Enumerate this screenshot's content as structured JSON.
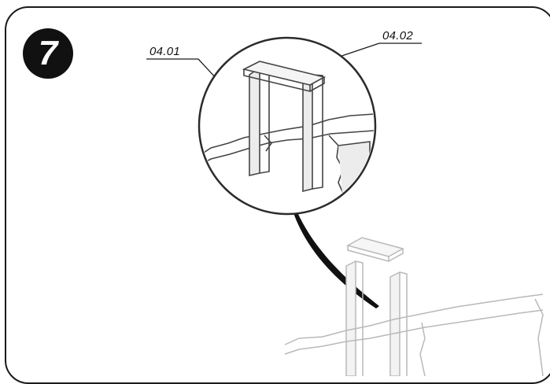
{
  "figure": {
    "step_number": "7",
    "callouts": [
      {
        "id": "a",
        "label": "04.01"
      },
      {
        "id": "b",
        "label": "04.02"
      }
    ],
    "colors": {
      "frame": "#1a1a1a",
      "badge": "#111111",
      "line": "#2b2b2b",
      "faded_line": "#b9b9b9",
      "fill": "#ececec"
    }
  }
}
